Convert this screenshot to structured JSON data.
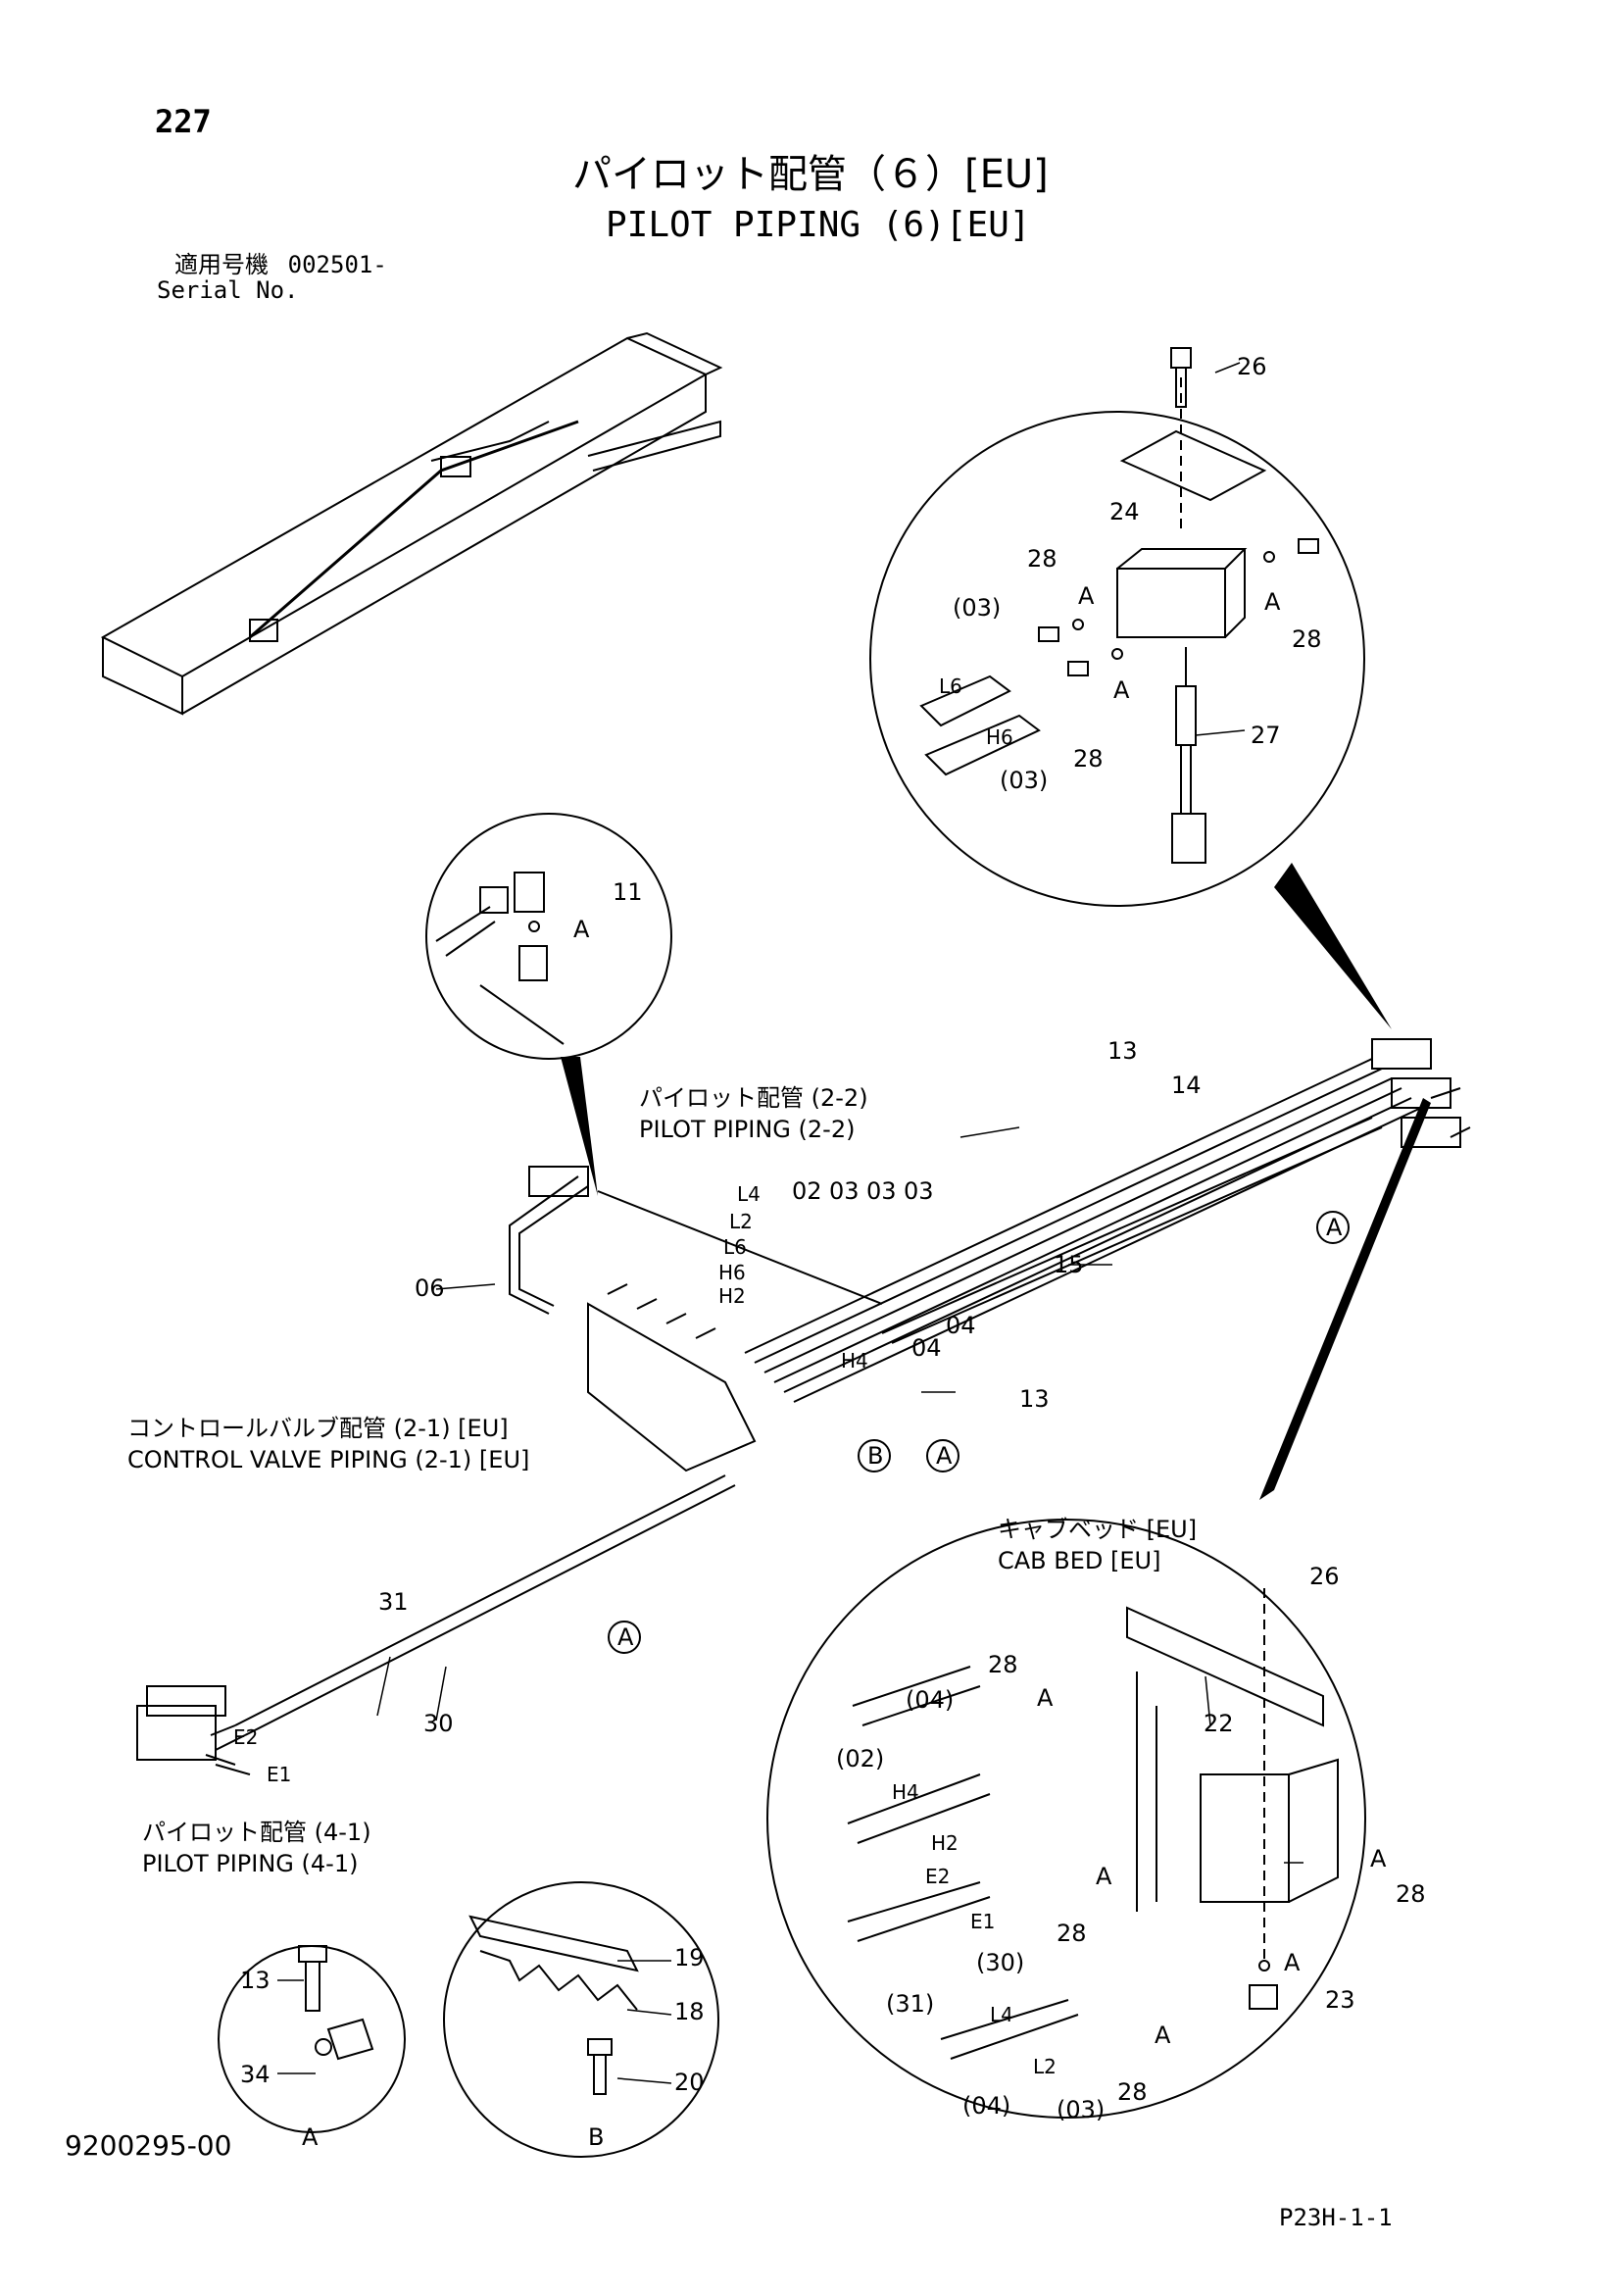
{
  "page_number": "227",
  "title_jp": "パイロット配管（６）[EU]",
  "title_en": "PILOT PIPING (6)[EU]",
  "serial": {
    "label_jp": "適用号機",
    "value": "002501-",
    "label_en": "Serial No."
  },
  "doc_number": "9200295-00",
  "ref_code": "P23H-1-1",
  "sub_views": {
    "a_label": "A",
    "b_label": "B"
  },
  "references": {
    "pilot_22_jp": "パイロット配管 (2-2)",
    "pilot_22_en": "PILOT PIPING (2-2)",
    "control_valve_jp": "コントロールバルブ配管 (2-1) [EU]",
    "control_valve_en": "CONTROL VALVE PIPING (2-1) [EU]",
    "pilot_41_jp": "パイロット配管 (4-1)",
    "pilot_41_en": "PILOT PIPING (4-1)",
    "cab_bed_jp": "キャブベッド [EU]",
    "cab_bed_en": "CAB BED [EU]"
  },
  "callouts": {
    "c26": "26",
    "c24": "24",
    "c28": "28",
    "c27": "27",
    "c03": "(03)",
    "c04": "(04)",
    "c02": "(02)",
    "c30p": "(30)",
    "c31p": "(31)",
    "c11": "11",
    "c13": "13",
    "c14": "14",
    "c15": "15",
    "c06": "06",
    "c02b": "02",
    "c03b": "03",
    "c04b": "04",
    "c31": "31",
    "c30": "30",
    "c22": "22",
    "c23": "23",
    "c19": "19",
    "c18": "18",
    "c20": "20",
    "c34": "34",
    "A": "A",
    "B": "B"
  },
  "hose_tags": {
    "L6": "L6",
    "H6": "H6",
    "L4": "L4",
    "L2": "L2",
    "H4": "H4",
    "H2": "H2",
    "E1": "E1",
    "E2": "E2"
  }
}
